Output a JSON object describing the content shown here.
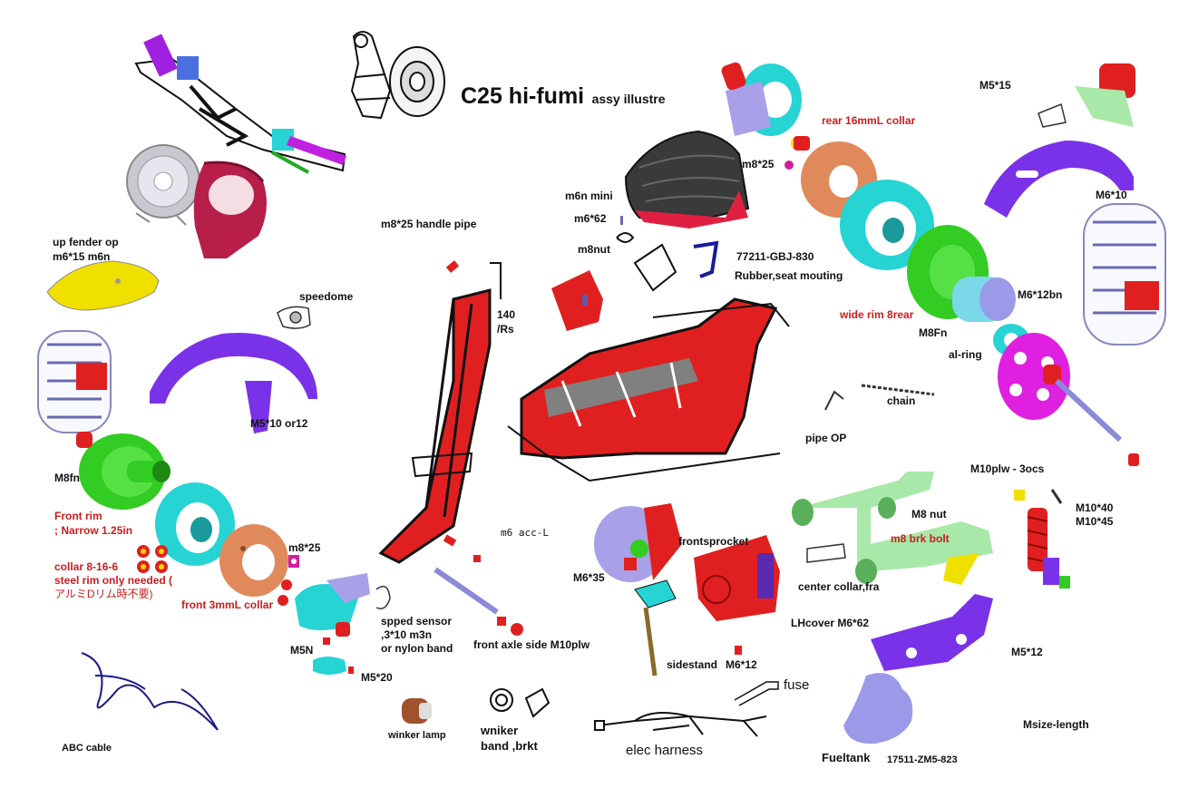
{
  "title": {
    "main": "C25 hi-fumi",
    "sub": "assy illustre"
  },
  "colors": {
    "purple": "#6a2ee0",
    "cyan": "#26d4d4",
    "green": "#33cc22",
    "copper": "#e08a5c",
    "red": "#e02020",
    "yellow": "#f0e000",
    "lavender": "#9a9ae8",
    "magenta": "#e020e0",
    "mint": "#a8e8a8",
    "label_red": "#c81e1e"
  },
  "labels": {
    "up_fender": "up fender op",
    "up_fender_bolt": "m6*15 m6n",
    "handle_pipe": "m8*25  handle pipe",
    "speedometer": "speedome",
    "front_fender_bolt": "M5*10 or12",
    "m8fn": "M8fn",
    "front_rim": "Front rim",
    "front_rim_narrow": "; Narrow 1.25in",
    "collar": "collar 8-16-6",
    "steel_rim": "steel rim only needed (",
    "alumi": "アルミDリム時不要)",
    "front_collar": "front 3mmL collar",
    "m8_25_front": "m8*25",
    "m5n": "M5N",
    "m5_20": "M5*20",
    "speed_sensor_1": "spped sensor",
    "speed_sensor_2": ",3*10 m3n",
    "speed_sensor_3": "or nylon band",
    "abc_cable": "ABC cable",
    "winker_lamp": "winker lamp",
    "winker_band_1": "wniker",
    "winker_band_2": "band ,brkt",
    "front_axle": "front  axle side M10plw",
    "m6_acc": "m6 acc-L",
    "frag_140": "140",
    "frag_rs": "/Rs",
    "m6n_mini": "m6n mini",
    "m6_62": "m6*62",
    "m8nut": "m8nut",
    "m8_25_seat": "m8*25",
    "seat_part_no": "77211-GBJ-830",
    "rubber_seat": "Rubber,seat mouting",
    "rear_collar": "rear 16mmL collar",
    "wide_rim": "wide rim 8rear",
    "m8fn_rear": "M8Fn",
    "al_ring": "al-ring",
    "m6_12bn": "M6*12bn",
    "m6_10": "M6*10",
    "m5_15": "M5*15",
    "chain": "chain",
    "pipe_op": "pipe OP",
    "m10plw": "M10plw - 3ocs",
    "m10_40": "M10*40",
    "m10_45": "M10*45",
    "m8_nut": "M8 nut",
    "m8_brk_bolt": "m8 brk bolt",
    "center_collar": "center collar,fra",
    "frontsprocket": "frontsprocket",
    "m6_35": "M6*35",
    "lh_cover": "LHcover M6*62",
    "sidestand": "sidestand",
    "m6_12": "M6*12",
    "m5_12": "M5*12",
    "fuse": "fuse",
    "elec_harness": "elec harness",
    "fueltank": "Fueltank",
    "fueltank_no": "17511-ZM5-823",
    "msize": "Msize-length"
  },
  "parts": [
    "handlebar-assembly",
    "rear-brake-arm-drawing",
    "rear-hub-drawing",
    "headlight",
    "headlight-case",
    "up-fender",
    "speedometer-part",
    "front-fender",
    "front-tire",
    "front-brake-drum-green",
    "front-rim-cyan",
    "front-hub-copper",
    "collar-set",
    "brake-panel-cyan",
    "front-fork",
    "frame",
    "seat",
    "seat-bracket-red",
    "rear-hub-assembly",
    "rear-collar",
    "rear-drum-copper",
    "rear-rim-cyan",
    "rear-drum-green",
    "sprocket-magenta",
    "rear-fender",
    "rear-tire",
    "swingarm",
    "shock-absorber",
    "chain-guard",
    "lh-cover",
    "front-sprocket-cover",
    "sidestand-part",
    "chain-part",
    "abc-cable-wire",
    "winker-lamp-part",
    "winker-brkt",
    "elec-harness-wire",
    "fuse-holder",
    "fuel-tank",
    "front-axle",
    "m5-bracket-top"
  ]
}
